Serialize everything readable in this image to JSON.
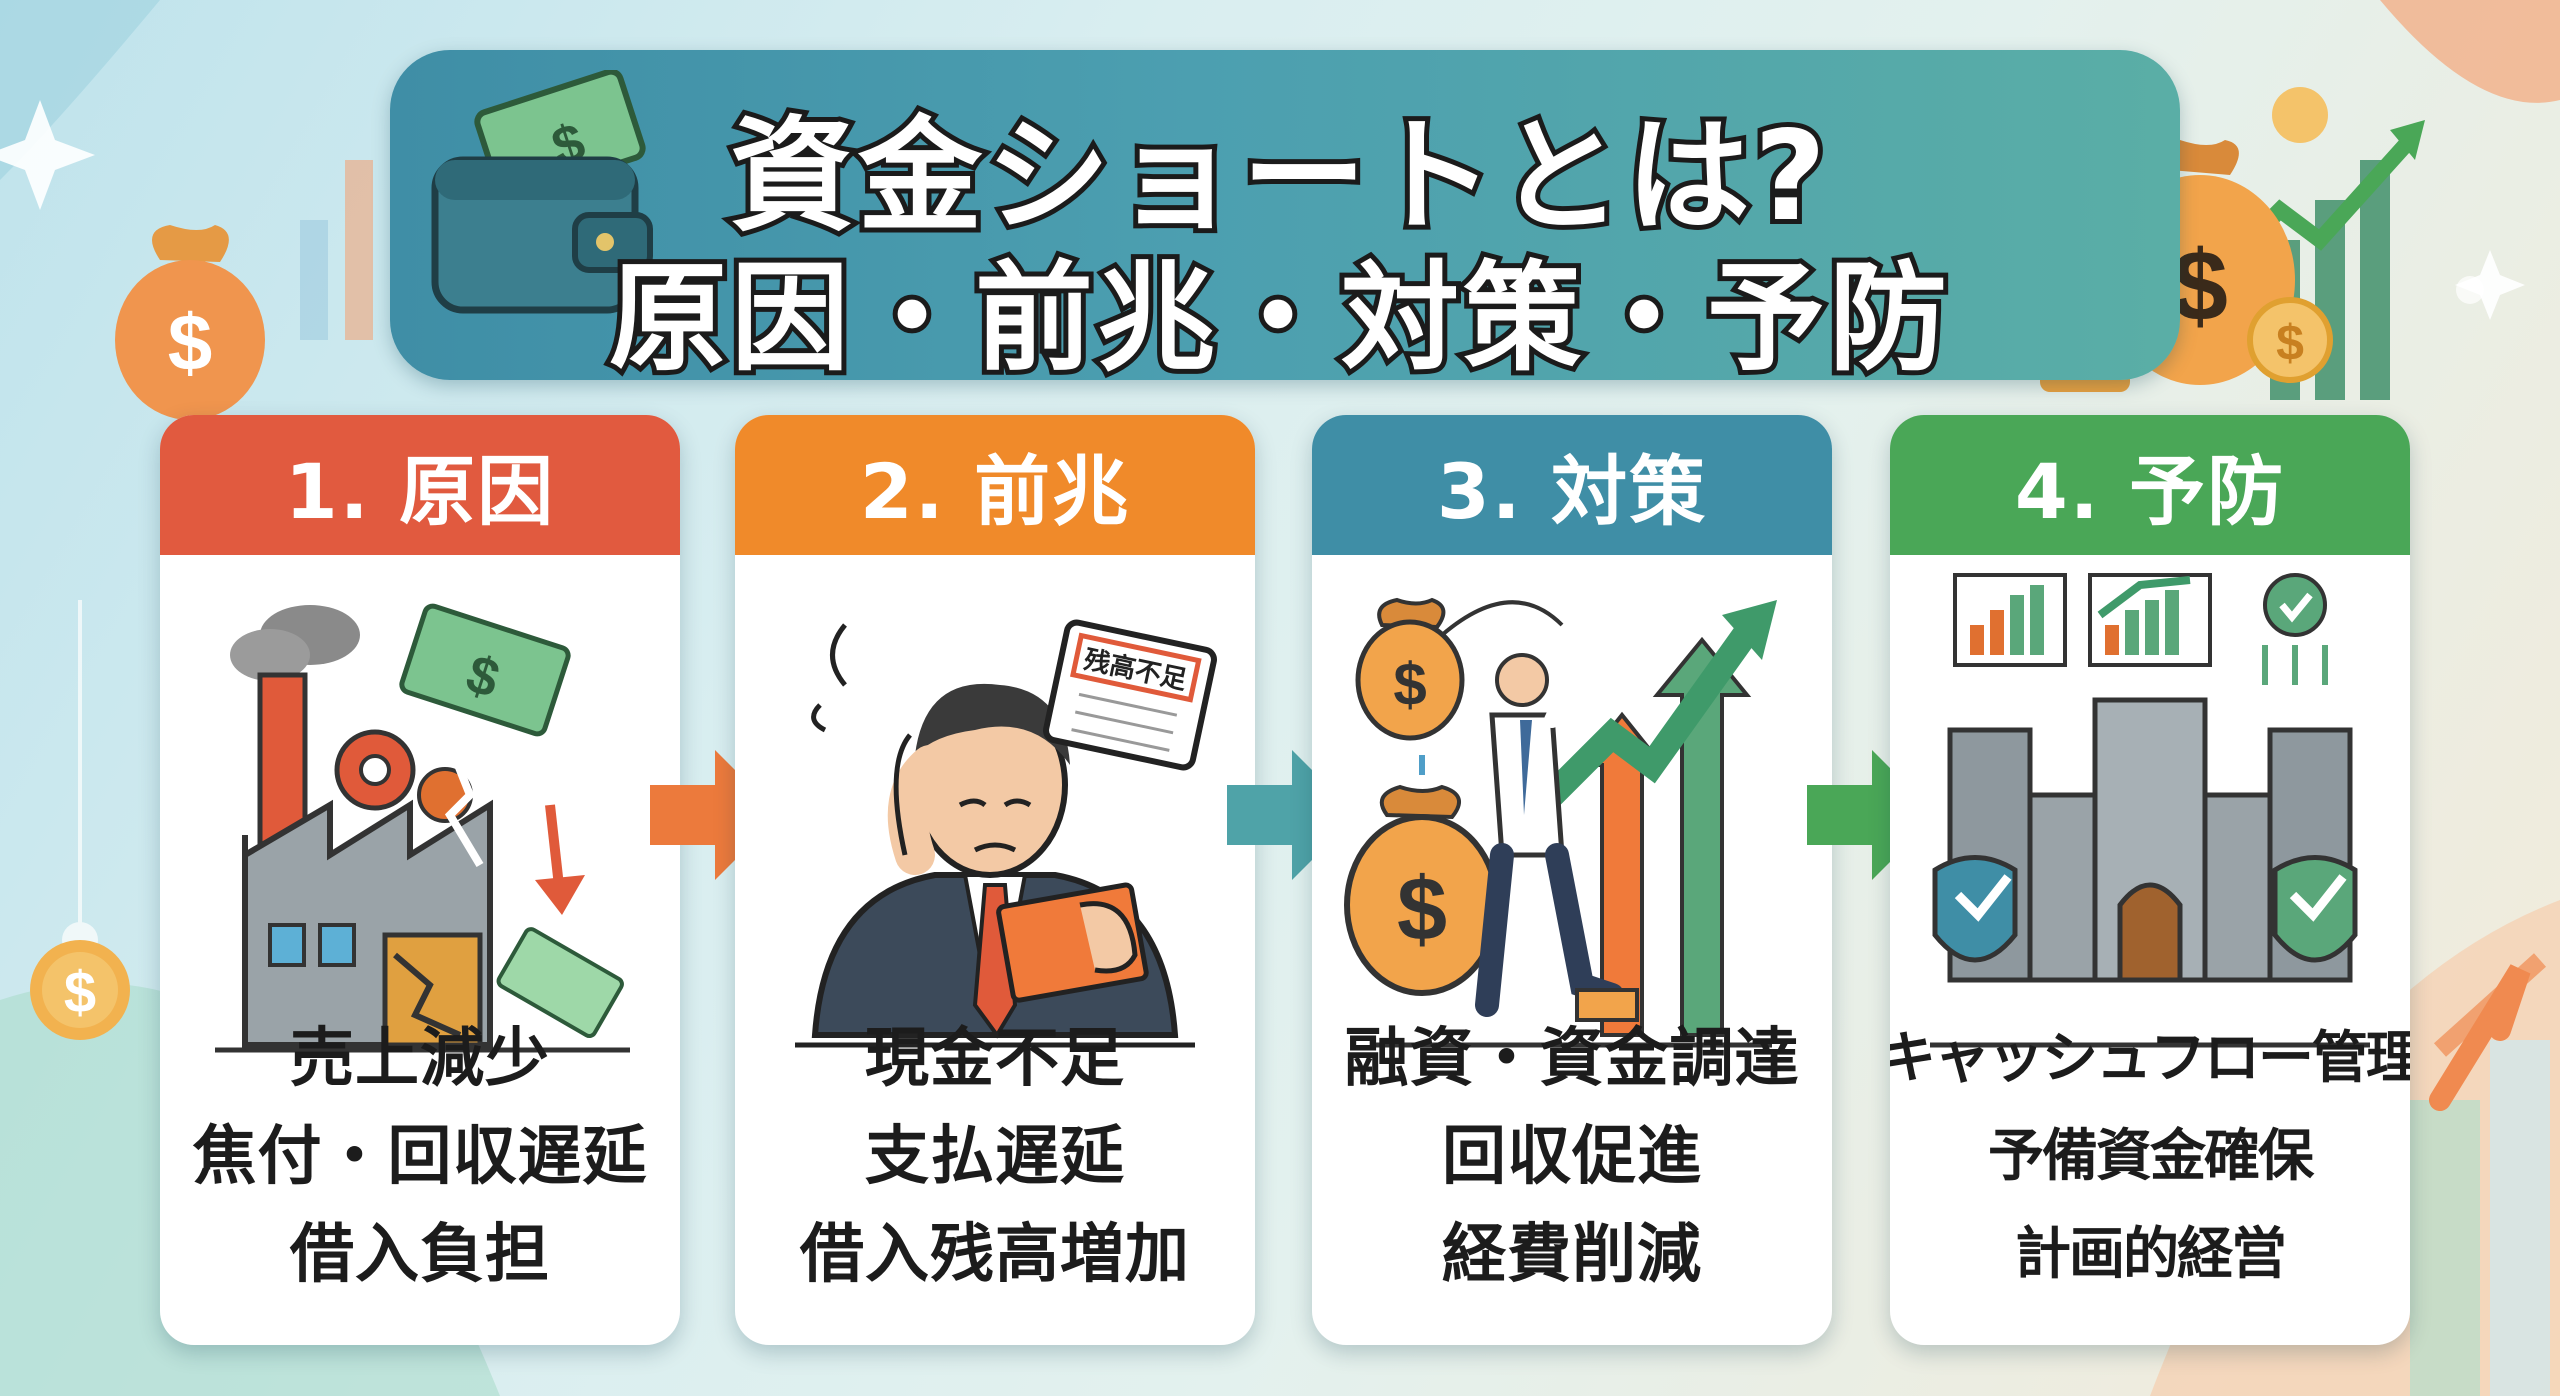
{
  "title": {
    "line1": "資金ショートとは?",
    "line2": "原因・前兆・対策・予防"
  },
  "colors": {
    "cause": "#e15a3f",
    "sign": "#f08a2a",
    "measure": "#3f8ea6",
    "prevention": "#4aa757"
  },
  "cards": [
    {
      "heading": "1. 原因",
      "items": [
        "売上減少",
        "焦付・回収遅延",
        "借入負担"
      ]
    },
    {
      "heading": "2. 前兆",
      "items": [
        "現金不足",
        "支払遅延",
        "借入残高増加"
      ],
      "sign_text": "残高不足"
    },
    {
      "heading": "3. 対策",
      "items": [
        "融資・資金調達",
        "回収促進",
        "経費削減"
      ]
    },
    {
      "heading": "4. 予防",
      "items": [
        "キャッシュフロー管理",
        "予備資金確保",
        "計画的経営"
      ]
    }
  ]
}
